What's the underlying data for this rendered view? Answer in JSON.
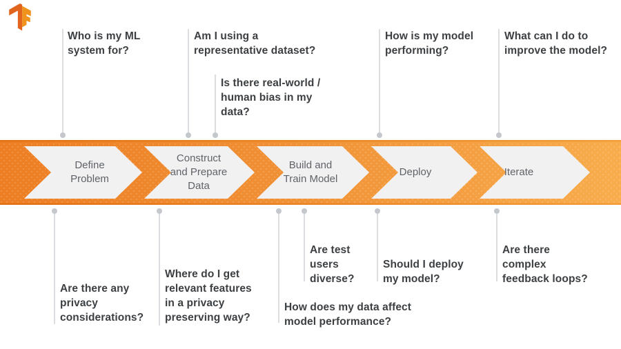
{
  "logo": {
    "label": "TensorFlow logo"
  },
  "colors": {
    "band_left": "#ED7E23",
    "band_mid": "#F09035",
    "band_right": "#F8AD4D",
    "band_edge": "#E06C0A",
    "chevron_fill": "#F1F1F2",
    "chevron_text": "#5F6368",
    "question_text": "#3C4043",
    "connector_line": "#DCDDE0",
    "connector_dot": "#C4C7CB",
    "logo_dark": "#E2651D",
    "logo_light": "#F0921E"
  },
  "chevrons": [
    {
      "label": "Define\nProblem"
    },
    {
      "label": "Construct\nand Prepare\nData"
    },
    {
      "label": "Build and\nTrain Model"
    },
    {
      "label": "Deploy"
    },
    {
      "label": "Iterate"
    }
  ],
  "questions_top": [
    {
      "text": "Who is my ML\nsystem for?"
    },
    {
      "text": "Am I using a\nrepresentative dataset?"
    },
    {
      "text": "Is there real-world /\nhuman bias in my\ndata?"
    },
    {
      "text": "How is my model\nperforming?"
    },
    {
      "text": "What can I do to\nimprove the model?"
    }
  ],
  "questions_bottom": [
    {
      "text": "Are there any\nprivacy\nconsiderations?"
    },
    {
      "text": "Where do I get\nrelevant features\nin a privacy\npreserving way?"
    },
    {
      "text": "How does my data affect\nmodel performance?"
    },
    {
      "text": "Are test\nusers\ndiverse?"
    },
    {
      "text": "Should I deploy\nmy model?"
    },
    {
      "text": "Are there\ncomplex\nfeedback loops?"
    }
  ]
}
